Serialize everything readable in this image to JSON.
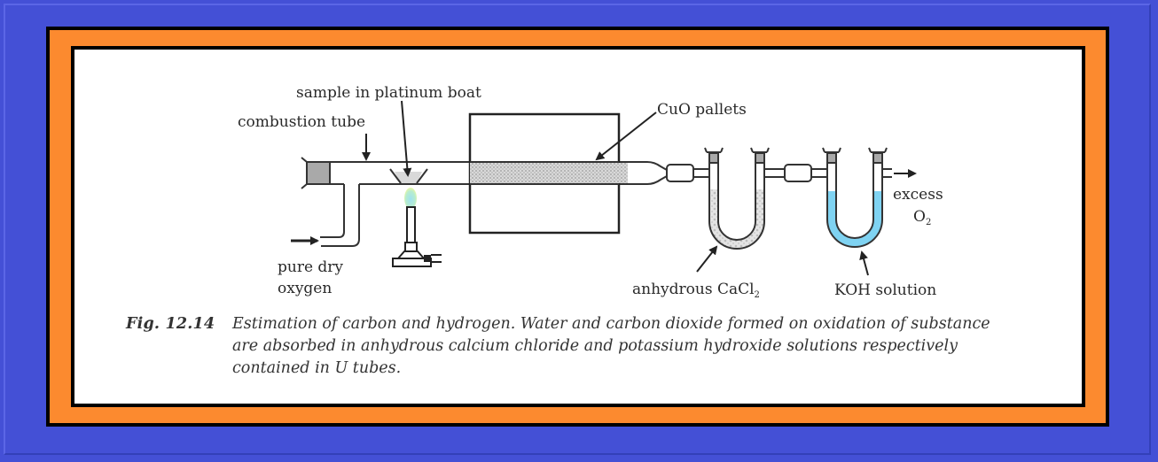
{
  "figure": {
    "labels": {
      "sample": "sample in platinum boat",
      "combustion_tube": "combustion tube",
      "cuo": "CuO pallets",
      "oxygen_line1": "pure dry",
      "oxygen_line2": "oxygen",
      "cacl2_main": "anhydrous CaCl",
      "cacl2_sub": "2",
      "koh": "KOH solution",
      "excess": "excess",
      "o2_main": "O",
      "o2_sub": "2"
    },
    "caption": {
      "fig_number": "Fig. 12.14",
      "lines": [
        "Estimation of carbon and hydrogen. Water and carbon dioxide formed on oxidation of substance",
        "are absorbed in anhydrous calcium chloride and potassium hydroxide solutions respectively",
        "contained in U tubes."
      ]
    },
    "colors": {
      "background_blue": "#4450d6",
      "frame_orange": "#fc8a2f",
      "koh_solution": "#7fd3f2",
      "flame": "#a8e6e6",
      "stopper_gray": "#a9a9a9"
    }
  }
}
